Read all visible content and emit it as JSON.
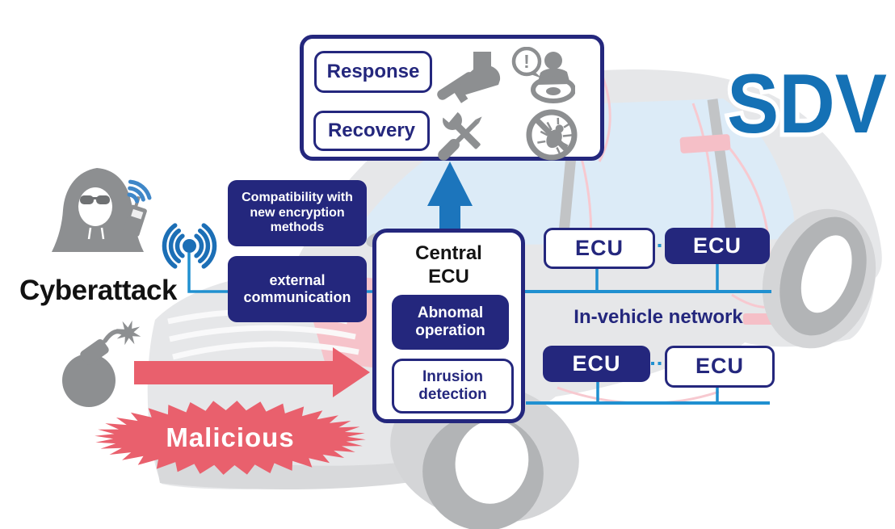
{
  "colors": {
    "navy": "#24277d",
    "sdv_blue": "#1571b5",
    "arrow_blue": "#1c75bc",
    "network_line_blue": "#2090d0",
    "attack_red": "#e9606d",
    "icon_gray": "#8d8f91",
    "car_body_gray": "#e6e7e9",
    "window_blue": "#dcebf7"
  },
  "sdv_label": "SDV",
  "top_panel": {
    "response_label": "Response",
    "recovery_label": "Recovery",
    "alert_glyph": "!"
  },
  "attack": {
    "cyberattack_label": "Cyberattack",
    "malicious_label": "Malicious"
  },
  "security_boxes": {
    "compatibility": {
      "lines": [
        "Compatibility with",
        "new encryption",
        "methods"
      ]
    },
    "external": {
      "lines": [
        "external",
        "communication"
      ]
    }
  },
  "central_ecu": {
    "title_lines": [
      "Central",
      "ECU"
    ],
    "abnormal": {
      "lines": [
        "Abnomal",
        "operation"
      ]
    },
    "intrusion": {
      "lines": [
        "Inrusion",
        "detection"
      ]
    }
  },
  "network": {
    "label": "In-vehicle network",
    "ecus": [
      {
        "label": "ECU",
        "style": "outline"
      },
      {
        "label": "ECU",
        "style": "filled"
      },
      {
        "label": "ECU",
        "style": "filled"
      },
      {
        "label": "ECU",
        "style": "outline"
      }
    ]
  },
  "icons": {
    "top_panel_icons": [
      "brake-pedal-icon",
      "driver-alert-icon",
      "repair-tools-icon",
      "no-bug-icon"
    ],
    "left_icons": [
      "hacker-icon",
      "wifi-signal-icon",
      "antenna-icon",
      "bomb-icon"
    ],
    "arrow_icons": [
      "attack-arrow-icon",
      "escalation-arrow-icon"
    ],
    "background": "car-illustration"
  }
}
